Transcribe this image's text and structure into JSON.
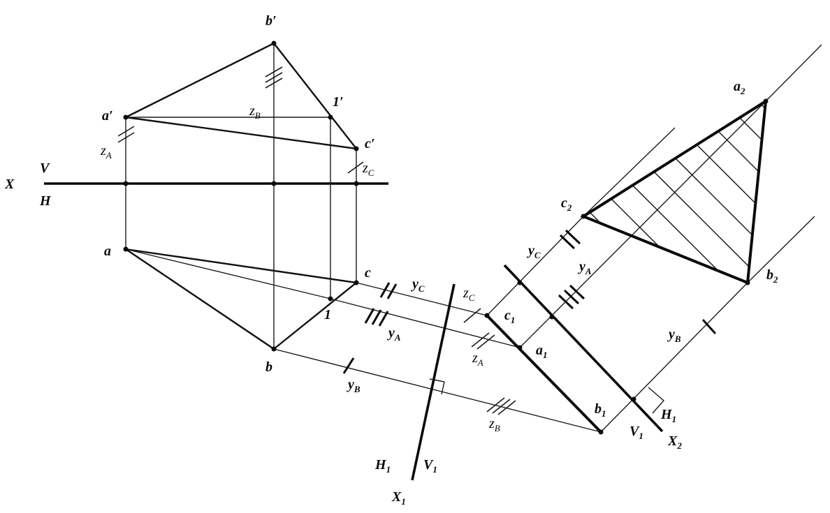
{
  "labels": {
    "b_prime": "b′",
    "a_prime": "a′",
    "c_prime": "c′",
    "one_prime": "1′",
    "z_B_top": "z",
    "z_B_top_sub": "B",
    "z_A_left": "z",
    "z_A_left_sub": "A",
    "z_C_right": "z",
    "z_C_right_sub": "C",
    "V": "V",
    "X": "X",
    "H": "H",
    "a": "a",
    "c": "c",
    "one": "1",
    "b": "b",
    "y_C": "y",
    "y_C_sub": "C",
    "z_C": "z",
    "z_C_sub": "C",
    "y_A": "y",
    "y_A_sub": "A",
    "z_A": "z",
    "z_A_sub": "A",
    "y_B": "y",
    "y_B_sub": "B",
    "z_B": "z",
    "z_B_sub": "B",
    "c1": "c",
    "c1_sub": "1",
    "a1": "a",
    "a1_sub": "1",
    "b1": "b",
    "b1_sub": "1",
    "H1_left": "H",
    "H1_left_sub": "1",
    "V1_left": "V",
    "V1_left_sub": "1",
    "X1": "X",
    "X1_sub": "1",
    "a2": "a",
    "a2_sub": "2",
    "c2": "c",
    "c2_sub": "2",
    "b2": "b",
    "b2_sub": "2",
    "y_C2": "y",
    "y_C2_sub": "C",
    "y_A2": "y",
    "y_A2_sub": "A",
    "y_B2": "y",
    "y_B2_sub": "B",
    "H1_right": "H",
    "H1_right_sub": "1",
    "V1_right": "V",
    "V1_right_sub": "1",
    "X2": "X",
    "X2_sub": "2"
  }
}
